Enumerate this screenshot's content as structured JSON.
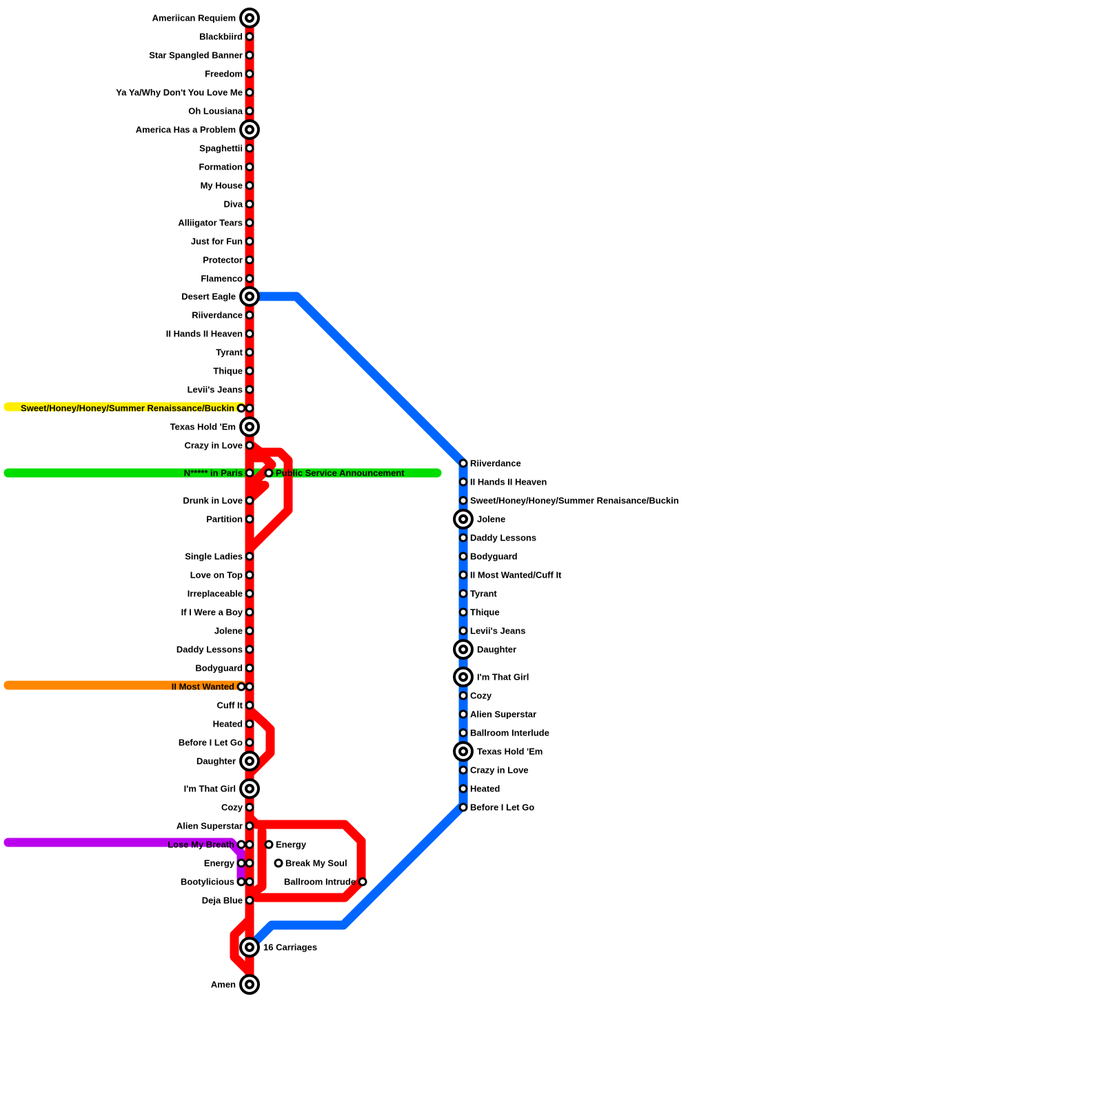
{
  "lines": [
    {
      "id": "red",
      "color": "#ff0000"
    },
    {
      "id": "blue",
      "color": "#0066ff"
    },
    {
      "id": "green",
      "color": "#00dd00"
    },
    {
      "id": "yellow",
      "color": "#ffee00"
    },
    {
      "id": "orange",
      "color": "#ff8800"
    },
    {
      "id": "purple",
      "color": "#bb00ee"
    }
  ],
  "stations": [
    {
      "id": "american-requiem",
      "label": "Ameriican Requiem",
      "interchange": true
    },
    {
      "id": "blackbird",
      "label": "Blackbiird"
    },
    {
      "id": "star-spangled-banner",
      "label": "Star Spangled Banner"
    },
    {
      "id": "freedom",
      "label": "Freedom"
    },
    {
      "id": "ya-ya",
      "label": "Ya Ya/Why Don't You Love Me"
    },
    {
      "id": "oh-louisiana",
      "label": "Oh Lousiana"
    },
    {
      "id": "america-has-a-problem",
      "label": "America Has a Problem",
      "interchange": true
    },
    {
      "id": "spaghettii",
      "label": "Spaghettii"
    },
    {
      "id": "formation",
      "label": "Formation"
    },
    {
      "id": "my-house",
      "label": "My House"
    },
    {
      "id": "diva",
      "label": "Diva"
    },
    {
      "id": "alligator-tears",
      "label": "Alliigator Tears"
    },
    {
      "id": "just-for-fun",
      "label": "Just for Fun"
    },
    {
      "id": "protector",
      "label": "Protector"
    },
    {
      "id": "flamenco",
      "label": "Flamenco"
    },
    {
      "id": "desert-eagle",
      "label": "Desert Eagle",
      "interchange": true
    },
    {
      "id": "riverdance-red",
      "label": "Riiverdance"
    },
    {
      "id": "ii-hands-red",
      "label": "II Hands II Heaven"
    },
    {
      "id": "tyrant-red",
      "label": "Tyrant"
    },
    {
      "id": "thique-red",
      "label": "Thique"
    },
    {
      "id": "levis-jeans-red",
      "label": "Levii's Jeans"
    },
    {
      "id": "sweet-honey-yellow",
      "label": "Sweet/Honey/Honey/Summer Renaissance/Buckin"
    },
    {
      "id": "texas-hold-em-red",
      "label": "Texas Hold 'Em",
      "interchange": true
    },
    {
      "id": "crazy-in-love-red",
      "label": "Crazy in Love"
    },
    {
      "id": "n-in-paris",
      "label": "N***** in Paris"
    },
    {
      "id": "psa",
      "label": "Public Service Announcement"
    },
    {
      "id": "drunk-in-love",
      "label": "Drunk in Love"
    },
    {
      "id": "partition",
      "label": "Partition"
    },
    {
      "id": "single-ladies",
      "label": "Single Ladies"
    },
    {
      "id": "love-on-top",
      "label": "Love on Top"
    },
    {
      "id": "irreplaceable",
      "label": "Irreplaceable"
    },
    {
      "id": "if-i-were-a-boy",
      "label": "If I Were a Boy"
    },
    {
      "id": "jolene-red",
      "label": "Jolene"
    },
    {
      "id": "daddy-lessons-red",
      "label": "Daddy Lessons"
    },
    {
      "id": "bodyguard-red",
      "label": "Bodyguard"
    },
    {
      "id": "ii-most-wanted-orange",
      "label": "II Most Wanted"
    },
    {
      "id": "cuff-it",
      "label": "Cuff It"
    },
    {
      "id": "heated-red",
      "label": "Heated"
    },
    {
      "id": "before-i-let-go-red",
      "label": "Before I Let Go"
    },
    {
      "id": "daughter-red",
      "label": "Daughter",
      "interchange": true
    },
    {
      "id": "im-that-girl-red",
      "label": "I'm That Girl",
      "interchange": true
    },
    {
      "id": "cozy-red",
      "label": "Cozy"
    },
    {
      "id": "alien-superstar-red",
      "label": "Alien Superstar"
    },
    {
      "id": "lose-my-breath",
      "label": "Lose My Breath"
    },
    {
      "id": "energy-purple",
      "label": "Energy"
    },
    {
      "id": "bootylicious",
      "label": "Bootylicious"
    },
    {
      "id": "energy-red",
      "label": "Energy"
    },
    {
      "id": "break-my-soul",
      "label": "Break My Soul"
    },
    {
      "id": "ballroom-intrude",
      "label": "Ballroom Intrude"
    },
    {
      "id": "deja-blue",
      "label": "Deja Blue"
    },
    {
      "id": "16-carriages",
      "label": "16 Carriages",
      "interchange": true
    },
    {
      "id": "amen",
      "label": "Amen",
      "interchange": true
    },
    {
      "id": "riverdance-blue",
      "label": "Riiverdance"
    },
    {
      "id": "ii-hands-blue",
      "label": "II Hands II Heaven"
    },
    {
      "id": "sweet-honey-blue",
      "label": "Sweet/Honey/Honey/Summer Renaisance/Buckin"
    },
    {
      "id": "jolene-blue",
      "label": "Jolene",
      "interchange": true
    },
    {
      "id": "daddy-lessons-blue",
      "label": "Daddy Lessons"
    },
    {
      "id": "bodyguard-blue",
      "label": "Bodyguard"
    },
    {
      "id": "ii-most-wanted-blue",
      "label": "II Most Wanted/Cuff It"
    },
    {
      "id": "tyrant-blue",
      "label": "Tyrant"
    },
    {
      "id": "thique-blue",
      "label": "Thique"
    },
    {
      "id": "levis-jeans-blue",
      "label": "Levii's Jeans"
    },
    {
      "id": "daughter-blue",
      "label": "Daughter",
      "interchange": true
    },
    {
      "id": "im-that-girl-blue",
      "label": "I'm That Girl",
      "interchange": true
    },
    {
      "id": "cozy-blue",
      "label": "Cozy"
    },
    {
      "id": "alien-superstar-blue",
      "label": "Alien Superstar"
    },
    {
      "id": "ballroom-interlude",
      "label": "Ballroom Interlude"
    },
    {
      "id": "texas-hold-em-blue",
      "label": "Texas Hold 'Em",
      "interchange": true
    },
    {
      "id": "crazy-in-love-blue",
      "label": "Crazy in Love"
    },
    {
      "id": "heated-blue",
      "label": "Heated"
    },
    {
      "id": "before-i-let-go-blue",
      "label": "Before I Let Go"
    }
  ]
}
